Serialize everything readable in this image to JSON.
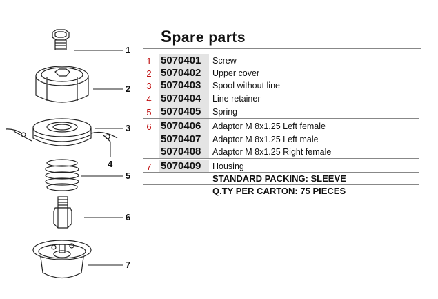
{
  "header": {
    "title_first": "S",
    "title_rest": "pare parts"
  },
  "callouts": [
    "1",
    "2",
    "3",
    "4",
    "5",
    "6",
    "7"
  ],
  "parts": [
    {
      "num": "1",
      "code": "5070401",
      "desc": "Screw"
    },
    {
      "num": "2",
      "code": "5070402",
      "desc": "Upper cover"
    },
    {
      "num": "3",
      "code": "5070403",
      "desc": "Spool without line"
    },
    {
      "num": "4",
      "code": "5070404",
      "desc": "Line retainer"
    },
    {
      "num": "5",
      "code": "5070405",
      "desc": "Spring"
    },
    {
      "num": "6",
      "code": "5070406",
      "desc": "Adaptor M 8x1.25 Left female"
    },
    {
      "num": "",
      "code": "5070407",
      "desc": "Adaptor M 8x1.25 Left male"
    },
    {
      "num": "",
      "code": "5070408",
      "desc": "Adaptor M 8x1.25 Right female"
    },
    {
      "num": "7",
      "code": "5070409",
      "desc": "Housing"
    }
  ],
  "packing": {
    "standard": "STANDARD PACKING: SLEEVE",
    "qty": "Q.TY PER CARTON: 75 PIECES"
  }
}
